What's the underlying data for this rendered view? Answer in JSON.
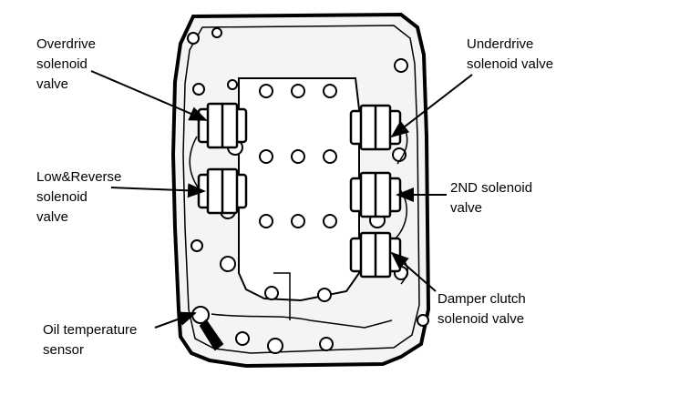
{
  "labels": {
    "overdrive": "Overdrive\nsolenoid\nvalve",
    "low_reverse": "Low&Reverse\nsolenoid\nvalve",
    "oil_temp": "Oil temperature\nsensor",
    "underdrive": "Underdrive\nsolenoid valve",
    "second": "2ND solenoid\nvalve",
    "damper": "Damper clutch\nsolenoid valve"
  },
  "colors": {
    "ink": "#000000",
    "paper": "#ffffff",
    "body": "#f4f4f4"
  }
}
